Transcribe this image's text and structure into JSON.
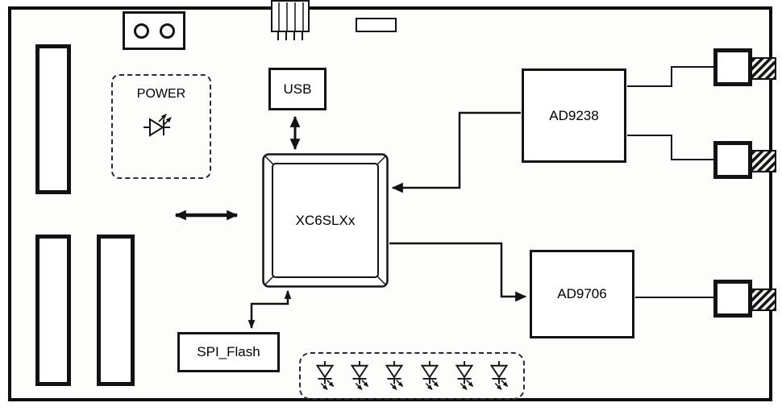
{
  "colors": {
    "line": "#131313",
    "board_background": "#fdfdfc",
    "page_background": "#ffffff"
  },
  "blocks": {
    "power": {
      "label": "POWER"
    },
    "usb": {
      "label": "USB"
    },
    "fpga": {
      "label": "XC6SLXx"
    },
    "adc": {
      "label": "AD9238"
    },
    "dac": {
      "label": "AD9706"
    },
    "spi_flash": {
      "label": "SPI_Flash"
    }
  },
  "led_bank": {
    "count": 6
  },
  "connectors": {
    "sma_count": 3,
    "left_header_count": 3
  }
}
